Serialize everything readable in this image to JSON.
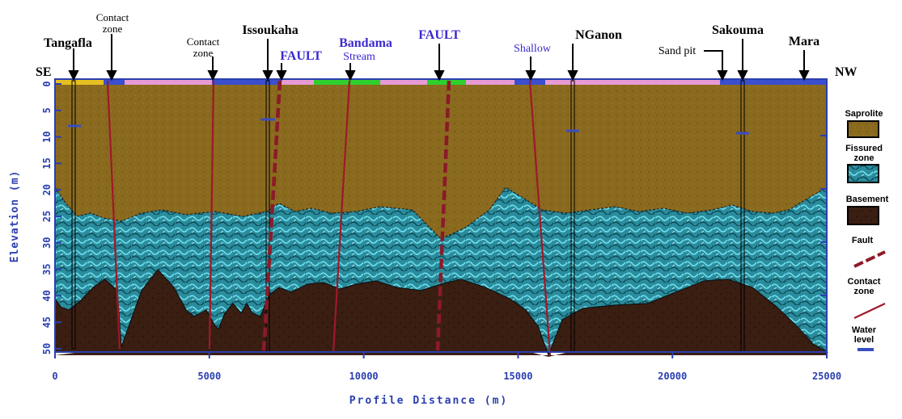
{
  "directions": {
    "left": "SE",
    "right": "NW"
  },
  "axes": {
    "y_label": "Elevation (m)",
    "x_label": "Profile Distance (m)",
    "y_ticks": [
      0,
      5,
      10,
      15,
      20,
      25,
      30,
      35,
      40,
      45,
      50
    ],
    "x_ticks": [
      0,
      5000,
      10000,
      15000,
      20000,
      25000
    ]
  },
  "labels": {
    "tangafla": "Tangafla",
    "contact_zone_1": [
      "Contact",
      "zone"
    ],
    "contact_zone_2": [
      "Contact",
      "zone"
    ],
    "issoukaha": "Issoukaha",
    "fault_1": "FAULT",
    "bandama": "Bandama",
    "stream": "Stream",
    "fault_2": "FAULT",
    "shallow": "Shallow",
    "nganon": "NGanon",
    "sand_pit": "Sand pit",
    "sakouma": "Sakouma",
    "mara": "Mara"
  },
  "legend": [
    {
      "key": "saprolite",
      "label": [
        "Saprolite"
      ]
    },
    {
      "key": "fissured",
      "label": [
        "Fissured",
        "zone"
      ]
    },
    {
      "key": "basement",
      "label": [
        "Basement"
      ]
    },
    {
      "key": "fault",
      "label": [
        "Fault"
      ]
    },
    {
      "key": "contact",
      "label": [
        "Contact",
        "zone"
      ]
    },
    {
      "key": "water",
      "label": [
        "Water",
        "level"
      ]
    }
  ],
  "colors": {
    "saprolite": "#8a6a1e",
    "fissured": "#3aa6b4",
    "basement": "#3a1e12",
    "fault": "#8b1a2a",
    "contact": "#a0182a",
    "water": "#3a4dc0",
    "axis": "#2a3fb0",
    "label_blue": "#3a2ad0"
  }
}
